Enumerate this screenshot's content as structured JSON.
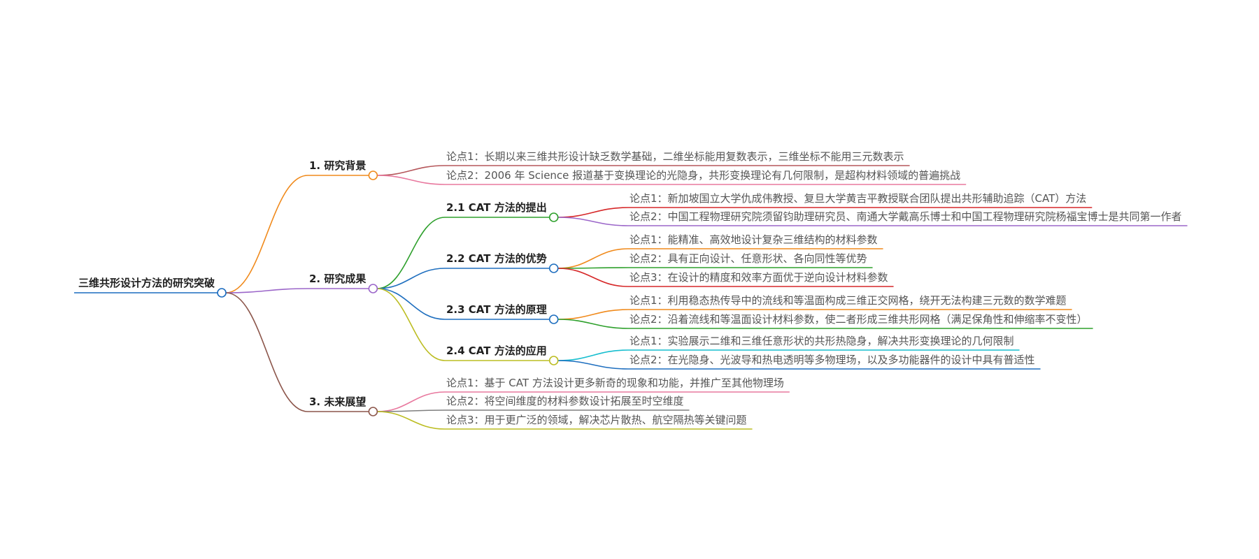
{
  "root": {
    "label": "三维共形设计方法的研究突破",
    "color": "#1a6bbf"
  },
  "sections": [
    {
      "label": "1. 研究背景",
      "color": "#f08a1c",
      "points": [
        {
          "label": "论点1：长期以来三维共形设计缺乏数学基础，二维坐标能用复数表示，三维坐标不能用三元数表示",
          "color": "#b5565a"
        },
        {
          "label": "论点2：2006 年 Science 报道基于变换理论的光隐身，共形变换理论有几何限制，是超构材料领域的普遍挑战",
          "color": "#e8789e"
        }
      ]
    },
    {
      "label": "2. 研究成果",
      "color": "#9b66c9",
      "subsections": [
        {
          "label": "2.1 CAT 方法的提出",
          "color": "#2ea02c",
          "points": [
            {
              "label": "论点1：新加坡国立大学仇成伟教授、复旦大学黄吉平教授联合团队提出共形辅助追踪（CAT）方法",
              "color": "#d62728"
            },
            {
              "label": "论点2：中国工程物理研究院须留钧助理研究员、南通大学戴高乐博士和中国工程物理研究院杨福宝博士是共同第一作者",
              "color": "#9b66c9"
            }
          ]
        },
        {
          "label": "2.2 CAT 方法的优势",
          "color": "#1f6fbf",
          "points": [
            {
              "label": "论点1：能精准、高效地设计复杂三维结构的材料参数",
              "color": "#f08a1c"
            },
            {
              "label": "论点2：具有正向设计、任意形状、各向同性等优势",
              "color": "#2ea02c"
            },
            {
              "label": "论点3：在设计的精度和效率方面优于逆向设计材料参数",
              "color": "#d62728"
            }
          ]
        },
        {
          "label": "2.3 CAT 方法的原理",
          "color": "#1f6fbf",
          "points": [
            {
              "label": "论点1：利用稳态热传导中的流线和等温面构成三维正交网格，绕开无法构建三元数的数学难题",
              "color": "#f08a1c"
            },
            {
              "label": "论点2：沿着流线和等温面设计材料参数，使二者形成三维共形网格（满足保角性和伸缩率不变性）",
              "color": "#2ea02c"
            }
          ]
        },
        {
          "label": "2.4 CAT 方法的应用",
          "color": "#bcbd22",
          "points": [
            {
              "label": "论点1：实验展示二维和三维任意形状的共形热隐身，解决共形变换理论的几何限制",
              "color": "#17becf"
            },
            {
              "label": "论点2：在光隐身、光波导和热电透明等多物理场，以及多功能器件的设计中具有普适性",
              "color": "#1f6fbf"
            }
          ]
        }
      ]
    },
    {
      "label": "3. 未来展望",
      "color": "#8c564b",
      "points": [
        {
          "label": "论点1：基于 CAT 方法设计更多新奇的现象和功能，并推广至其他物理场",
          "color": "#e8789e"
        },
        {
          "label": "论点2：将空间维度的材料参数设计拓展至时空维度",
          "color": "#7f7f7f"
        },
        {
          "label": "论点3：用于更广泛的领域，解决芯片散热、航空隔热等关键问题",
          "color": "#bcbd22"
        }
      ]
    }
  ]
}
